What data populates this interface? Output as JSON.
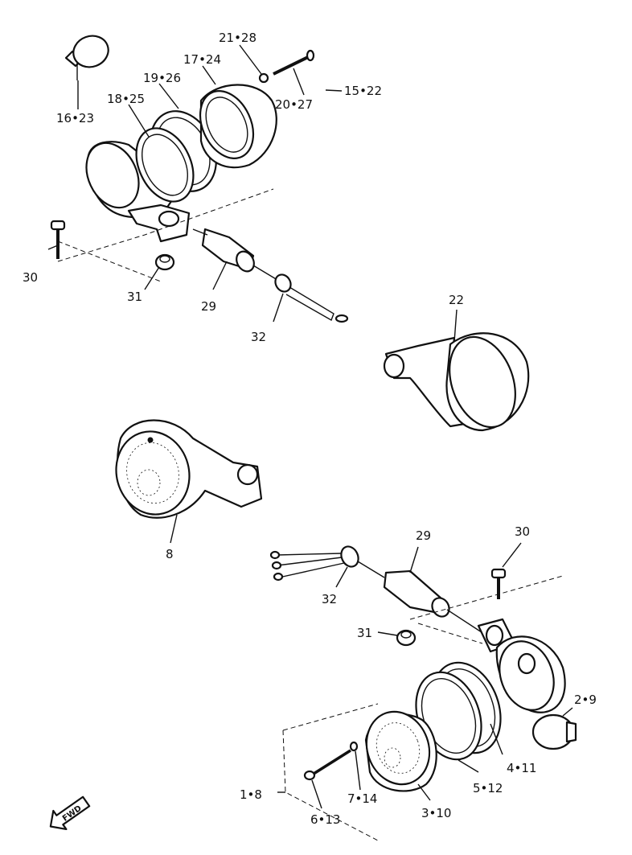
{
  "labels": {
    "l16_23": "16•23",
    "l18_25": "18•25",
    "l19_26": "19•26",
    "l17_24": "17•24",
    "l21_28": "21•28",
    "l20_27": "20•27",
    "l15_22": "15•22",
    "l30a": "30",
    "l31a": "31",
    "l29a": "29",
    "l32a": "32",
    "l22": "22",
    "l8": "8",
    "l29b": "29",
    "l30b": "30",
    "l32b": "32",
    "l31b": "31",
    "l2_9": "2•9",
    "l4_11": "4•11",
    "l5_12": "5•12",
    "l1_8": "1•8",
    "l7_14": "7•14",
    "l3_10": "3•10",
    "l6_13": "6•13"
  },
  "fwd": "FWD"
}
